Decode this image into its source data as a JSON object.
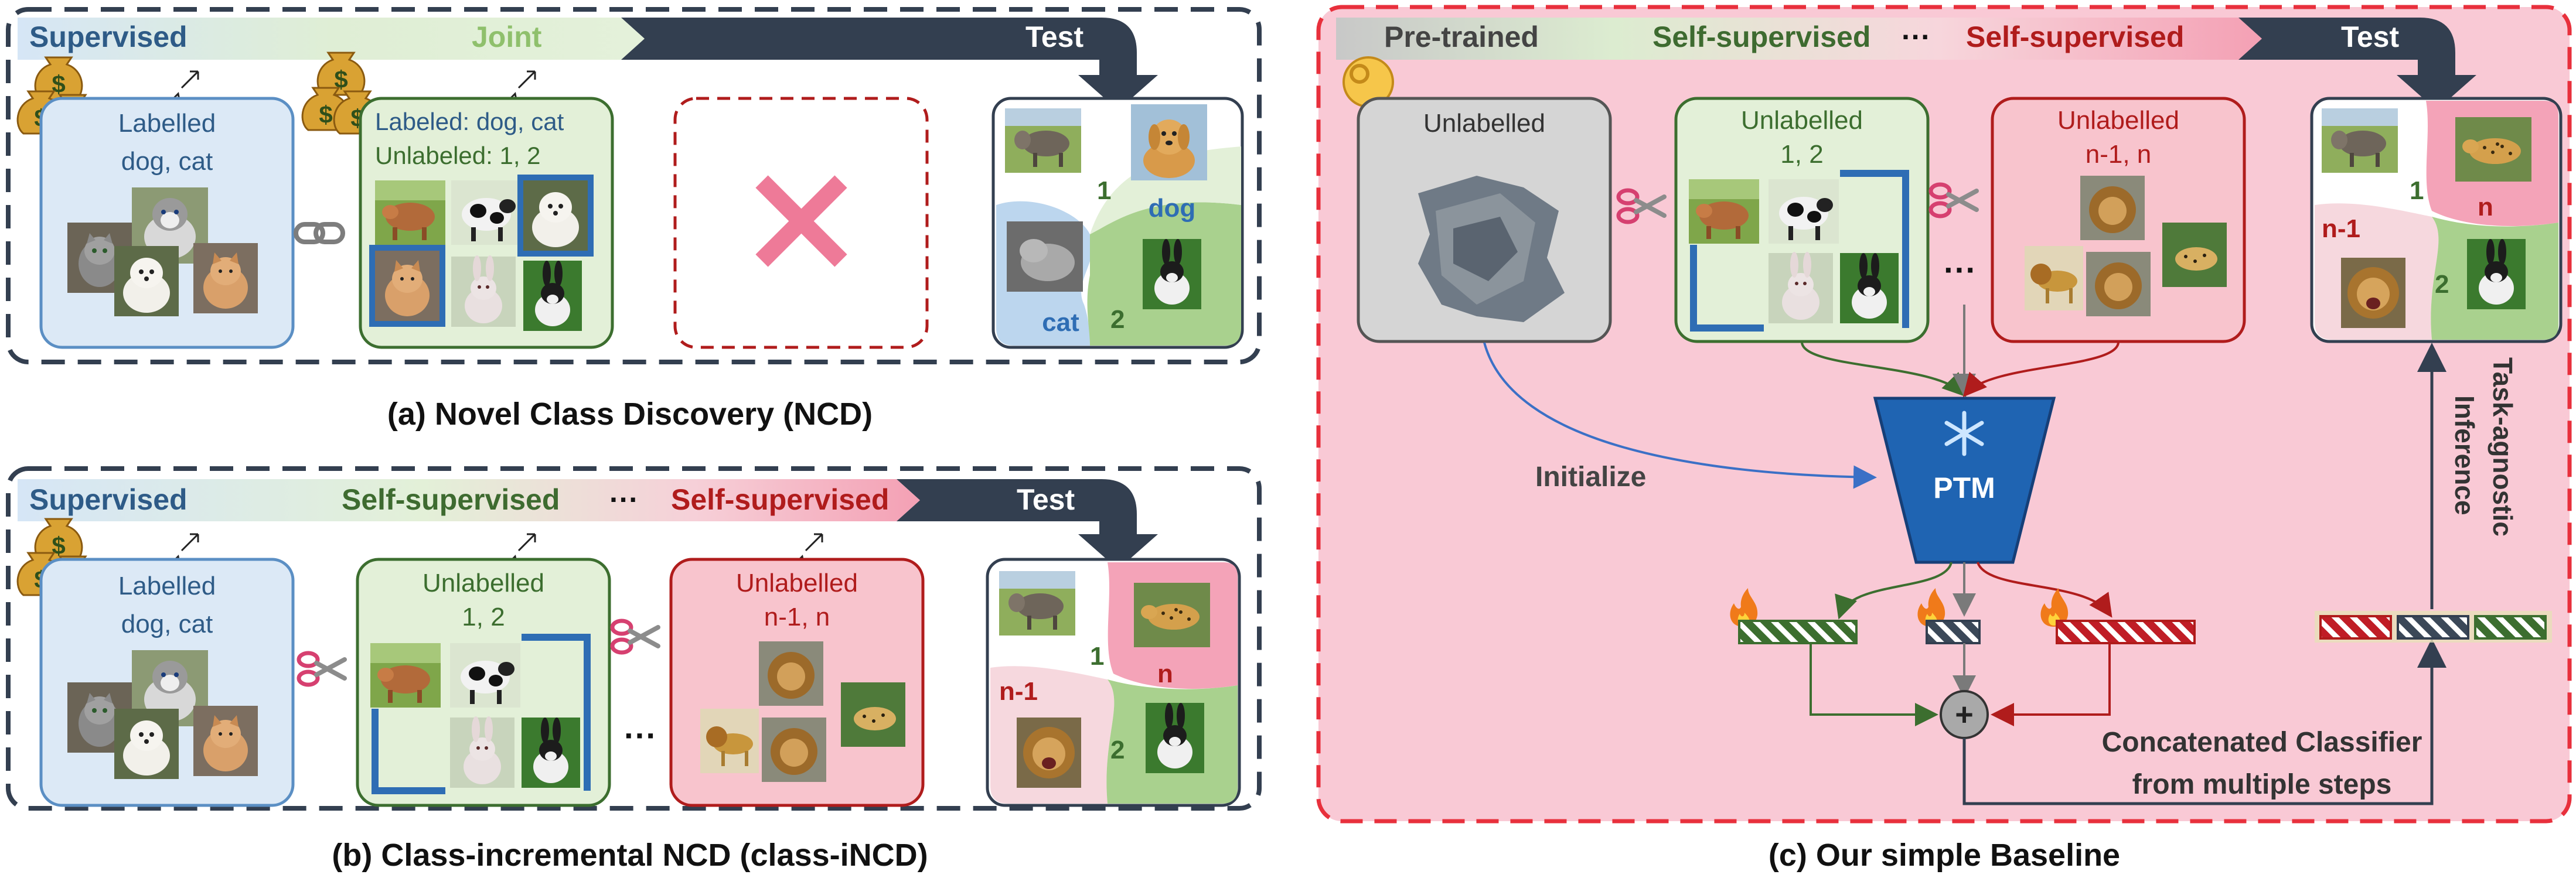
{
  "panel_a": {
    "banner": {
      "stage1": "Supervised",
      "stage2": "Joint",
      "test": "Test"
    },
    "labelled_box": {
      "line1": "Labelled",
      "line2": "dog, cat"
    },
    "joint_box": {
      "line1": "Labeled: dog, cat",
      "line2": "Unlabeled: 1, 2"
    },
    "test_labels": {
      "one": "1",
      "two": "2",
      "dog": "dog",
      "cat": "cat"
    },
    "caption": "(a) Novel Class Discovery (NCD)"
  },
  "panel_b": {
    "banner": {
      "stage1": "Supervised",
      "stage2": "Self-supervised",
      "ellipsis": "···",
      "stage3": "Self-supervised",
      "test": "Test"
    },
    "labelled_box": {
      "line1": "Labelled",
      "line2": "dog, cat"
    },
    "unlabelled_box": {
      "line1": "Unlabelled",
      "line2": "1, 2"
    },
    "unlabelled_box_n": {
      "line1": "Unlabelled",
      "line2": "n-1, n"
    },
    "ellipsis_between": "···",
    "test_labels": {
      "one": "1",
      "two": "2",
      "n_minus_1": "n-1",
      "n": "n"
    },
    "caption": "(b) Class-incremental NCD (class-iNCD)"
  },
  "panel_c": {
    "banner": {
      "stage1": "Pre-trained",
      "stage2": "Self-supervised",
      "ellipsis": "···",
      "stage3": "Self-supervised",
      "test": "Test"
    },
    "pretrained_box": {
      "line1": "Unlabelled"
    },
    "unlabelled_box": {
      "line1": "Unlabelled",
      "line2": "1, 2"
    },
    "unlabelled_box_n": {
      "line1": "Unlabelled",
      "line2": "n-1, n"
    },
    "ellipsis_between": "···",
    "ptm_label": "PTM",
    "initialize_label": "Initialize",
    "inference_label_1": "Task-agnostic",
    "inference_label_2": "Inference",
    "concat_label_1": "Concatenated Classifier",
    "concat_label_2": "from multiple steps",
    "plus": "+",
    "test_labels": {
      "one": "1",
      "two": "2",
      "n_minus_1": "n-1",
      "n": "n"
    },
    "caption": "(c) Our simple Baseline"
  },
  "colors": {
    "blue_stage": "#2e5b87",
    "green_stage": "#3e6b30",
    "red_stage": "#b01c1c",
    "dark_banner": "#333f50",
    "panel_c_bg": "#f8c8d4",
    "panel_c_border": "#e8303c",
    "labelled_fill": "#dce9f6",
    "unlabelled_fill": "#e3f0d8",
    "unlabelled_n_fill": "#f8c4cd",
    "ptm_fill": "#1f64b2",
    "cross": "#ee7a98"
  },
  "icons": [
    "money-bag-icon",
    "cursor-click-icon",
    "chain-link-icon",
    "scissors-icon",
    "snowflake-icon",
    "fire-icon",
    "ok-hand-icon",
    "cross-icon"
  ]
}
